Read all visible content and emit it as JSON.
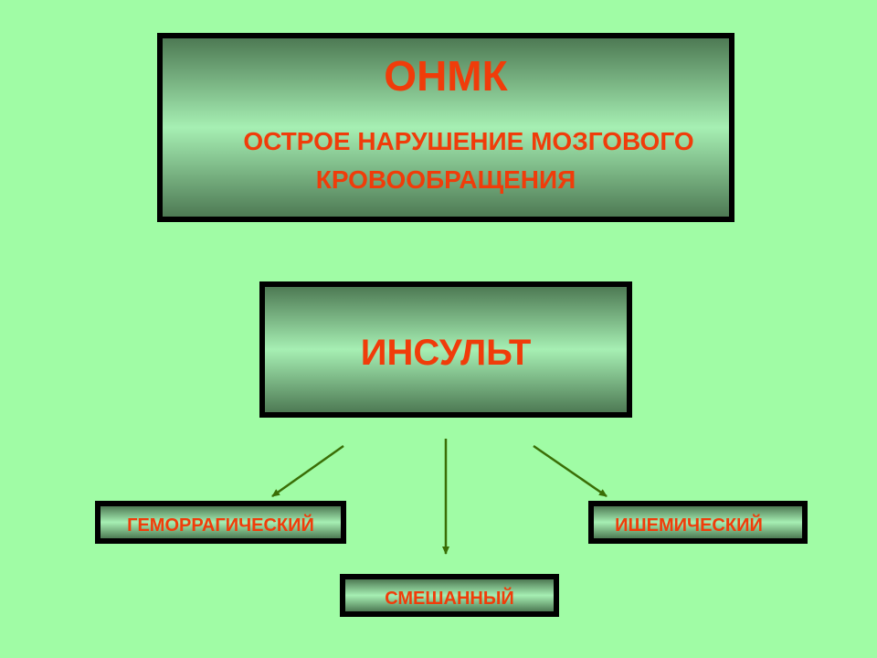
{
  "top_box": {
    "acronym": "ОНМК",
    "definition_line1": "ОСТРОЕ НАРУШЕНИЕ МОЗГОВОГО",
    "definition_line2": "КРОВООБРАЩЕНИЯ"
  },
  "middle_box": {
    "label": "ИНСУЛЬТ"
  },
  "branches": {
    "hemorrhagic": "ГЕМОРРАГИЧЕСКИЙ",
    "ischemic": "ИШЕМИЧЕСКИЙ",
    "mixed": "СМЕШАННЫЙ"
  },
  "colors": {
    "background": "#a0fca5",
    "text": "#f03c0a",
    "arrow": "#3a6e06",
    "border": "#000000"
  }
}
